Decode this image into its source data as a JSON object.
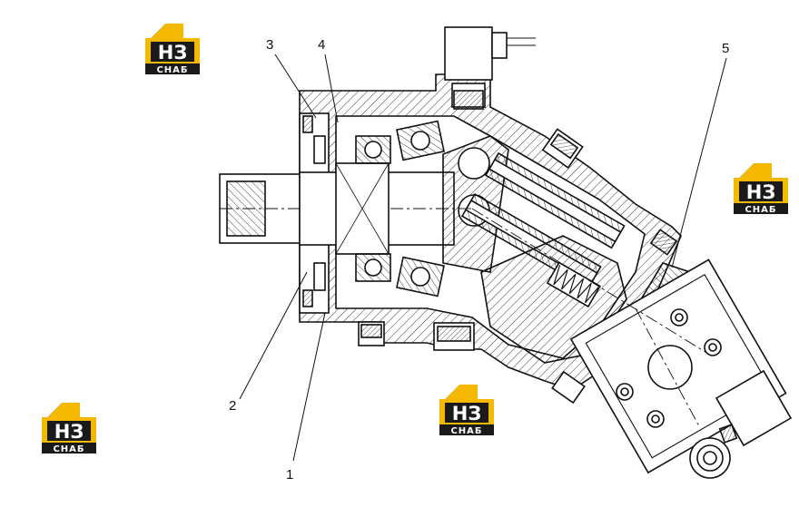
{
  "diagram": {
    "callouts": [
      "1",
      "2",
      "3",
      "4",
      "5"
    ]
  },
  "watermark": {
    "top_text": "НЗ",
    "bottom_text": "СНАБ",
    "accent_color": "#f5b800",
    "dark_color": "#1a1a1a"
  }
}
